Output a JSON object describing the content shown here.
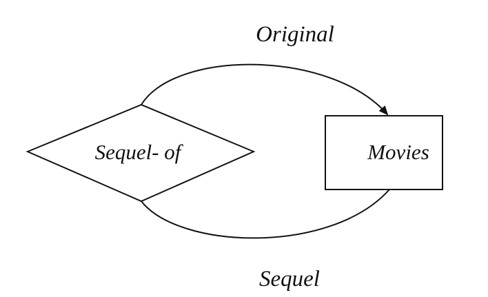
{
  "diagram": {
    "relationship": {
      "label": "Sequel- of"
    },
    "entity": {
      "label": "Movies"
    },
    "roles": {
      "top": "Original",
      "bottom": "Sequel"
    },
    "colors": {
      "stroke": "#111111",
      "background": "#ffffff"
    }
  }
}
